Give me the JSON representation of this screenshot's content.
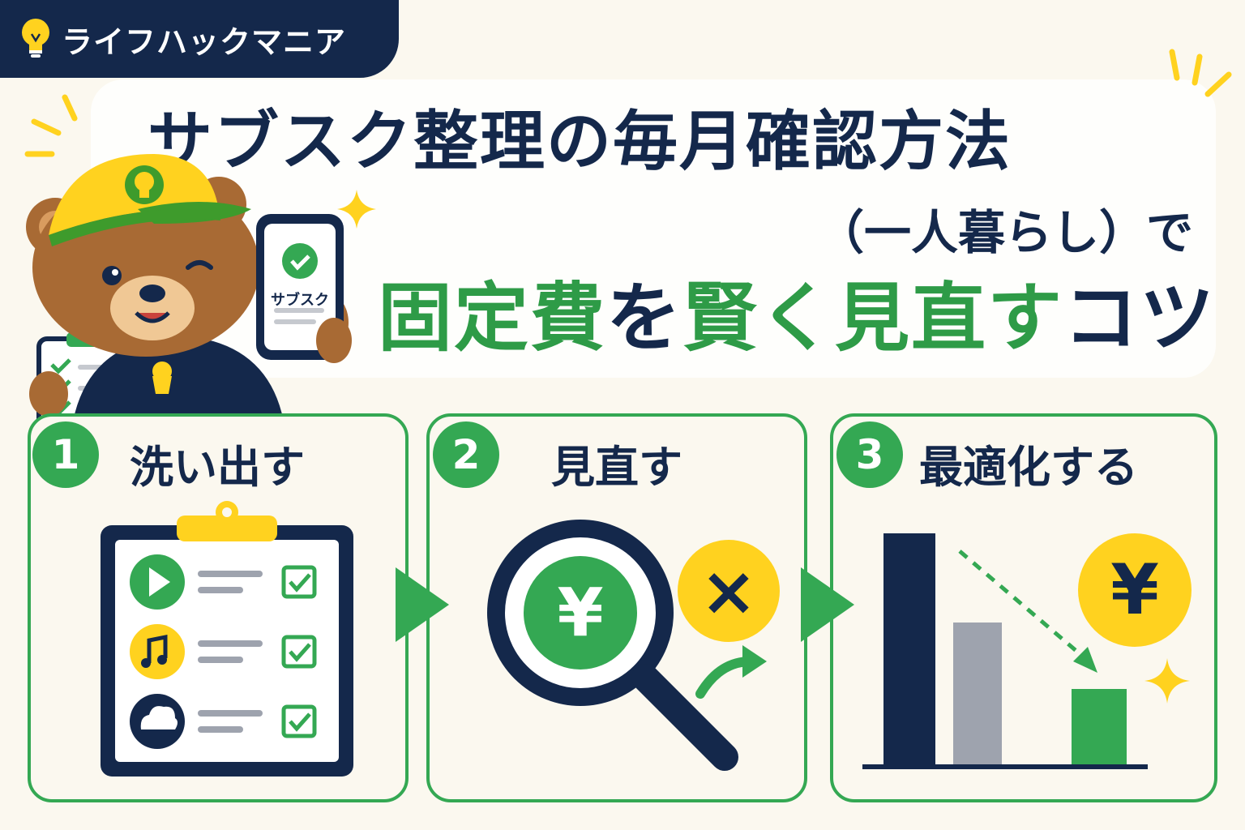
{
  "brand": {
    "name": "ライフハックマニア",
    "icon": "lightbulb-icon"
  },
  "title": {
    "main": "サブスク整理の毎月確認方法",
    "sub": "（一人暮らし）で",
    "tips_part1": "固定費",
    "tips_part2": "を",
    "tips_part3": "賢く見直す",
    "tips_part4": "コツ"
  },
  "mascot": {
    "phone_label": "サブスク"
  },
  "steps": [
    {
      "number": "1",
      "label": "洗い出す",
      "icon": "clipboard-checklist-icon"
    },
    {
      "number": "2",
      "label": "見直す",
      "icon": "magnifier-yen-icon"
    },
    {
      "number": "3",
      "label": "最適化する",
      "icon": "cost-reduction-chart-icon"
    }
  ],
  "symbols": {
    "yen": "¥",
    "cross": "×"
  },
  "colors": {
    "navy": "#14284b",
    "green": "#34a853",
    "yellow": "#ffd21f",
    "gray": "#9ea3ae",
    "cream": "#fbf8ef"
  }
}
